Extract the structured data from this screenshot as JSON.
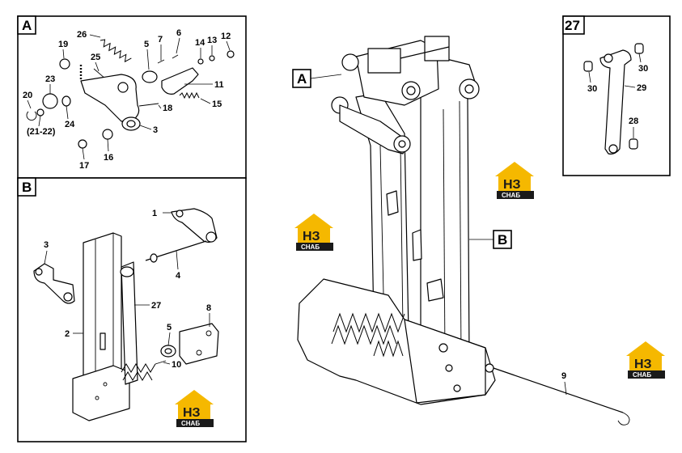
{
  "panels": {
    "A": {
      "label": "A",
      "callouts": [
        "26",
        "5",
        "7",
        "6",
        "14",
        "13",
        "12",
        "19",
        "25",
        "23",
        "20",
        "24",
        "11",
        "18",
        "15",
        "(21-22)",
        "3",
        "17",
        "16"
      ]
    },
    "B": {
      "label": "B",
      "callouts": [
        "1",
        "3",
        "4",
        "27",
        "2",
        "8",
        "5",
        "10"
      ]
    },
    "detail27": {
      "label": "27",
      "callouts": [
        "30",
        "30",
        "29",
        "28"
      ]
    }
  },
  "main": {
    "tags": [
      "A",
      "B"
    ],
    "callouts": [
      "9"
    ]
  },
  "logos": [
    {
      "letters": "НЗ",
      "text": "СНАБ"
    },
    {
      "letters": "НЗ",
      "text": "СНАБ"
    },
    {
      "letters": "НЗ",
      "text": "СНАБ"
    },
    {
      "letters": "НЗ",
      "text": "СНАБ"
    }
  ],
  "colors": {
    "logo_yellow": "#f5b800",
    "logo_dark": "#1a1a1a",
    "line": "#000000"
  }
}
